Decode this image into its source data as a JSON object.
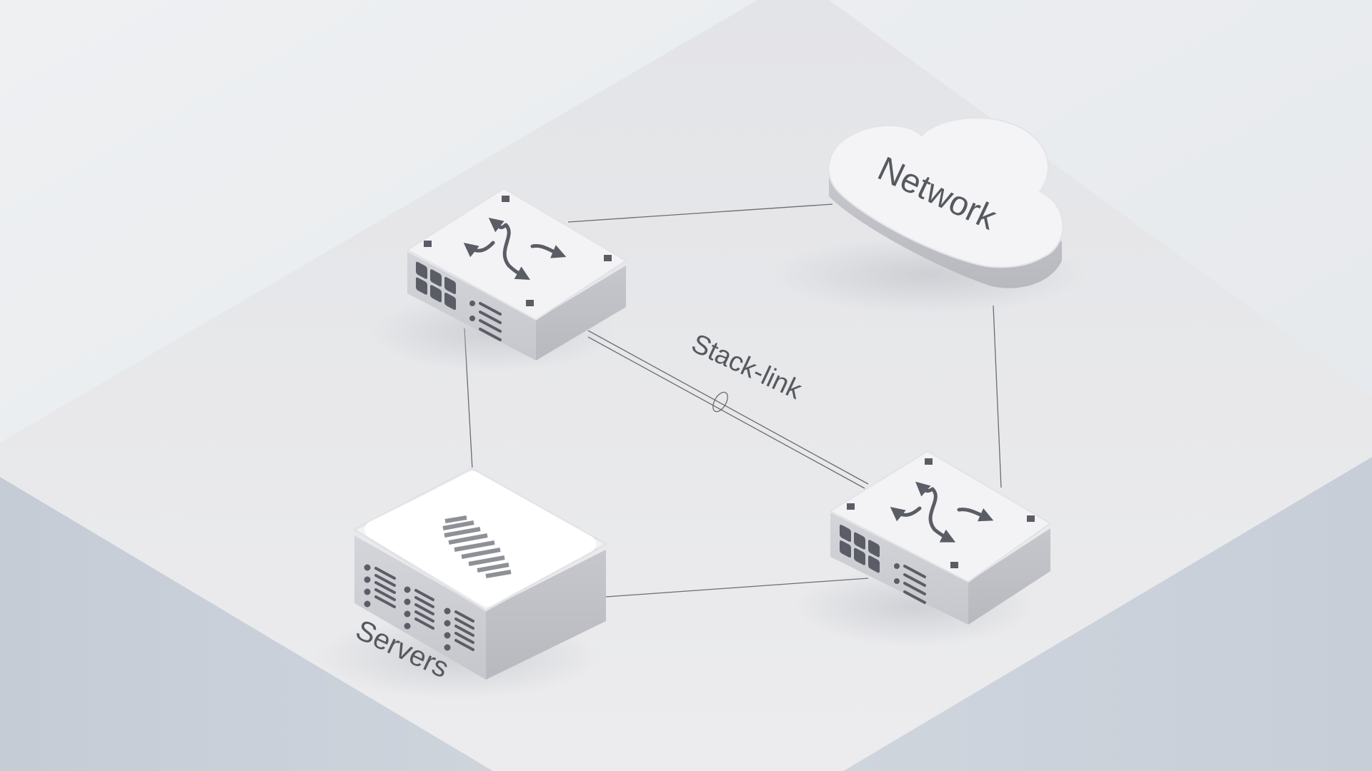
{
  "diagram": {
    "labels": {
      "network": "Network",
      "stack_link": "Stack-link",
      "servers": "Servers"
    },
    "nodes": [
      {
        "id": "switch-top",
        "kind": "switch",
        "icon": "switch-arrows-icon"
      },
      {
        "id": "switch-right",
        "kind": "switch",
        "icon": "switch-arrows-icon"
      },
      {
        "id": "network-cloud",
        "kind": "cloud",
        "icon": "cloud-icon"
      },
      {
        "id": "servers",
        "kind": "server",
        "icon": "server-rack-icon"
      }
    ],
    "links": [
      {
        "from": "switch-top",
        "to": "network-cloud",
        "type": "line"
      },
      {
        "from": "network-cloud",
        "to": "switch-right",
        "type": "line"
      },
      {
        "from": "switch-top",
        "to": "servers",
        "type": "line"
      },
      {
        "from": "servers",
        "to": "switch-right",
        "type": "line"
      },
      {
        "from": "switch-top",
        "to": "switch-right",
        "type": "stack-link"
      }
    ],
    "colors": {
      "background": "#eceef1",
      "platform_top": "#e6e7ea",
      "platform_side": "#c9ced6",
      "device_top": "#f4f4f6",
      "device_side": "#c2c3c8",
      "icon": "#5b5d66",
      "line": "#6a6c72"
    }
  }
}
